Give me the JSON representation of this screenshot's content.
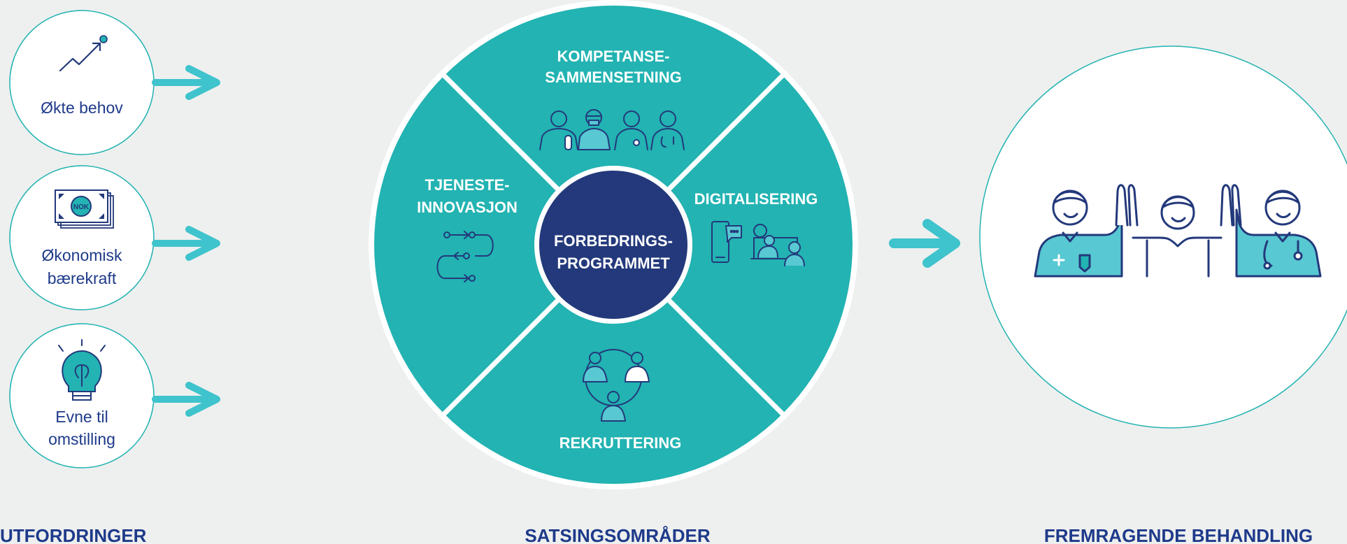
{
  "challenges": {
    "heading": "UTFORDRINGER",
    "items": [
      {
        "line1": "Økte behov",
        "line2": "",
        "icon": "trend-up-icon"
      },
      {
        "line1": "Økonomisk",
        "line2": "bærekraft",
        "icon": "money-icon",
        "badge": "NOK"
      },
      {
        "line1": "Evne til",
        "line2": "omstilling",
        "icon": "lightbulb-icon"
      }
    ]
  },
  "focus_areas": {
    "heading": "SATSINGSOMRÅDER",
    "center": {
      "line1": "FORBEDRINGS-",
      "line2": "PROGRAMMET"
    },
    "top": {
      "line1": "KOMPETANSE-",
      "line2": "SAMMENSETNING"
    },
    "right": {
      "line1": "DIGITALISERING"
    },
    "bottom": {
      "line1": "REKRUTTERING"
    },
    "left": {
      "line1": "TJENESTE-",
      "line2": "INNOVASJON"
    }
  },
  "outcome": {
    "heading": "FREMRAGENDE BEHANDLING",
    "icon": "high-five-team-icon"
  },
  "colors": {
    "teal": "#22b3b2",
    "navy": "#23397b",
    "dark_blue": "#1e3a8a",
    "arrow": "#3fc3cc",
    "light_teal": "#58c8d2",
    "background": "#eef0ef"
  }
}
